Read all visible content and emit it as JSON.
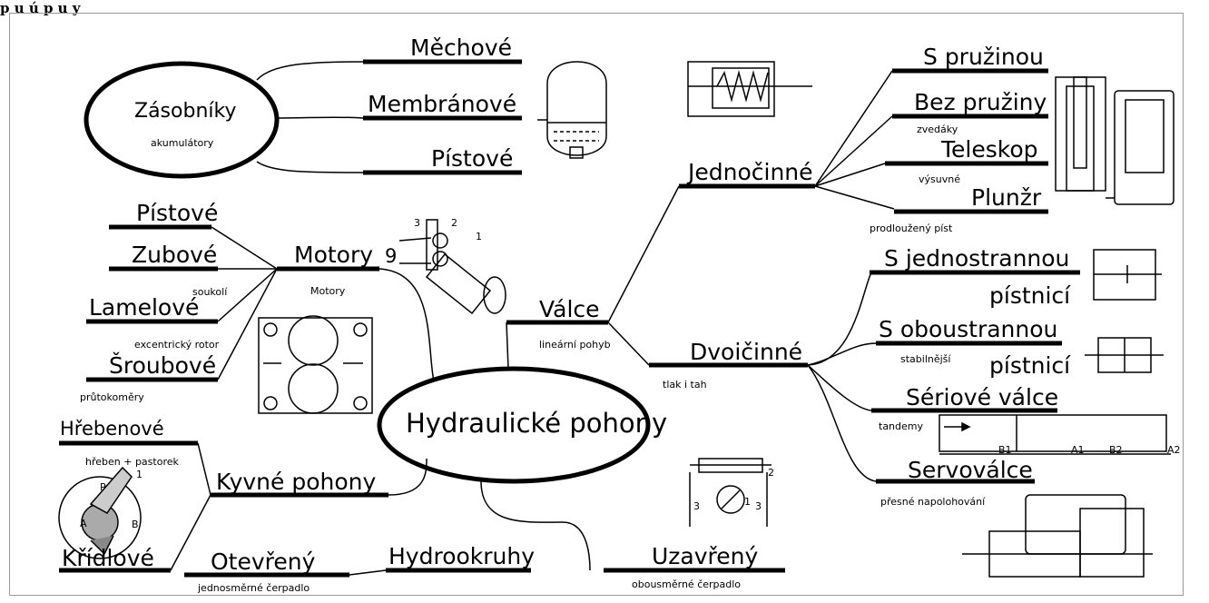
{
  "header": {
    "partial_text": "p     u   ú     p  u  y"
  },
  "central": {
    "label": "Hydraulické pohony"
  },
  "zasobniky": {
    "label": "Zásobníky",
    "sublabel": "akumulátory",
    "branches": [
      "Měchové",
      "Membránové",
      "Pístové"
    ]
  },
  "motory": {
    "label": "Motory",
    "sublabel": "Motory",
    "branches": [
      {
        "label": "Pístové",
        "note": ""
      },
      {
        "label": "Zubové",
        "note": "soukolí"
      },
      {
        "label": "Lamelové",
        "note": "excentrický rotor"
      },
      {
        "label": "Šroubové",
        "note": "průtokoměry"
      }
    ]
  },
  "kyvne": {
    "label": "Kyvné pohony",
    "branches": [
      {
        "label": "Hřebenové",
        "note": "hřeben + pastorek"
      },
      {
        "label": "Křídlové",
        "note": ""
      }
    ]
  },
  "hydrookruhy": {
    "label": "Hydrookruhy",
    "branches": [
      {
        "label": "Otevřený",
        "note": "jednosměrné čerpadlo"
      },
      {
        "label": "Uzavřený",
        "note": "obousměrné čerpadlo"
      }
    ]
  },
  "valce": {
    "label": "Válce",
    "sublabel": "lineární pohyb",
    "jednocinne": {
      "label": "Jednočinné",
      "branches": [
        {
          "label": "S pružinou",
          "note": ""
        },
        {
          "label": "Bez pružiny",
          "note": "zvedáky"
        },
        {
          "label": "Teleskop",
          "note": "výsuvné"
        },
        {
          "label": "Plunžr",
          "note": "prodloužený píst"
        }
      ]
    },
    "dvojcinne": {
      "label": "Dvoičinné",
      "sublabel": "tlak i tah",
      "branches": [
        {
          "label": "S jednostrannou",
          "label2": "pístnicí",
          "note": ""
        },
        {
          "label": "S oboustrannou",
          "label2": "pístnicí",
          "note": "stabilnější"
        },
        {
          "label": "Sériové válce",
          "note": "tandemy"
        },
        {
          "label": "Servoválce",
          "note": "přesné napolohování"
        }
      ]
    }
  },
  "figures": {
    "motor_label_symbol": "9",
    "motor_part_numbers": [
      "3",
      "2",
      "1"
    ],
    "swing_labels": [
      "P",
      "A",
      "B",
      "1"
    ],
    "pump_labels": [
      "2",
      "1",
      "3",
      "3"
    ],
    "tandem_labels": [
      "B1",
      "A1",
      "B2",
      "A2"
    ]
  }
}
